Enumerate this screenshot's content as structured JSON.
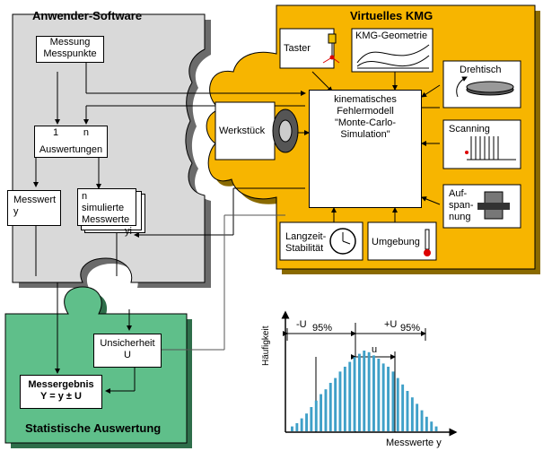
{
  "colors": {
    "software_panel": "#d9d9d9",
    "kmg_panel": "#f7b500",
    "stat_panel": "#5fbf8a",
    "histogram_bar": "#3fa0c8",
    "shadow": "#808080"
  },
  "software": {
    "title": "Anwender-Software",
    "messung_line1": "Messung",
    "messung_line2": "Messpunkte",
    "auswertung_n1": "1",
    "auswertung_nn": "n",
    "auswertung_label": "Auswertungen",
    "messwert_line1": "Messwert",
    "messwert_line2": "y",
    "sim_line1": "n simulierte",
    "sim_line2": "Messwerte",
    "sim_line3": "yi"
  },
  "kmg": {
    "title": "Virtuelles KMG",
    "taster": "Taster",
    "geometrie": "KMG-Geometrie",
    "drehtisch": "Drehtisch",
    "werkstueck": "Werkstück",
    "scanning": "Scanning",
    "aufspannung_line1": "Auf-",
    "aufspannung_line2": "span-",
    "aufspannung_line3": "nung",
    "modell_line1": "kinematisches",
    "modell_line2": "Fehlermodell",
    "modell_line3": "\"Monte-Carlo-",
    "modell_line4": "Simulation\"",
    "langzeit_line1": "Langzeit-",
    "langzeit_line2": "Stabilität",
    "umgebung": "Umgebung"
  },
  "stat": {
    "title": "Statistische Auswertung",
    "unsicherheit_line1": "Unsicherheit",
    "unsicherheit_line2": "U",
    "ergebnis_line1": "Messergebnis",
    "ergebnis_line2": "Y = y ± U"
  },
  "histogram": {
    "ylabel": "Häufigkeit",
    "xlabel": "Messwerte y",
    "minus_u": "-U",
    "minus_u_pct": "95%",
    "plus_u": "+U",
    "plus_u_pct": "95%",
    "u": "u",
    "bars": [
      0.06,
      0.1,
      0.16,
      0.22,
      0.3,
      0.38,
      0.46,
      0.52,
      0.6,
      0.66,
      0.74,
      0.8,
      0.86,
      0.92,
      0.96,
      1.0,
      0.98,
      0.94,
      0.9,
      0.84,
      0.8,
      0.74,
      0.66,
      0.58,
      0.5,
      0.42,
      0.34,
      0.26,
      0.18,
      0.12,
      0.06
    ]
  }
}
